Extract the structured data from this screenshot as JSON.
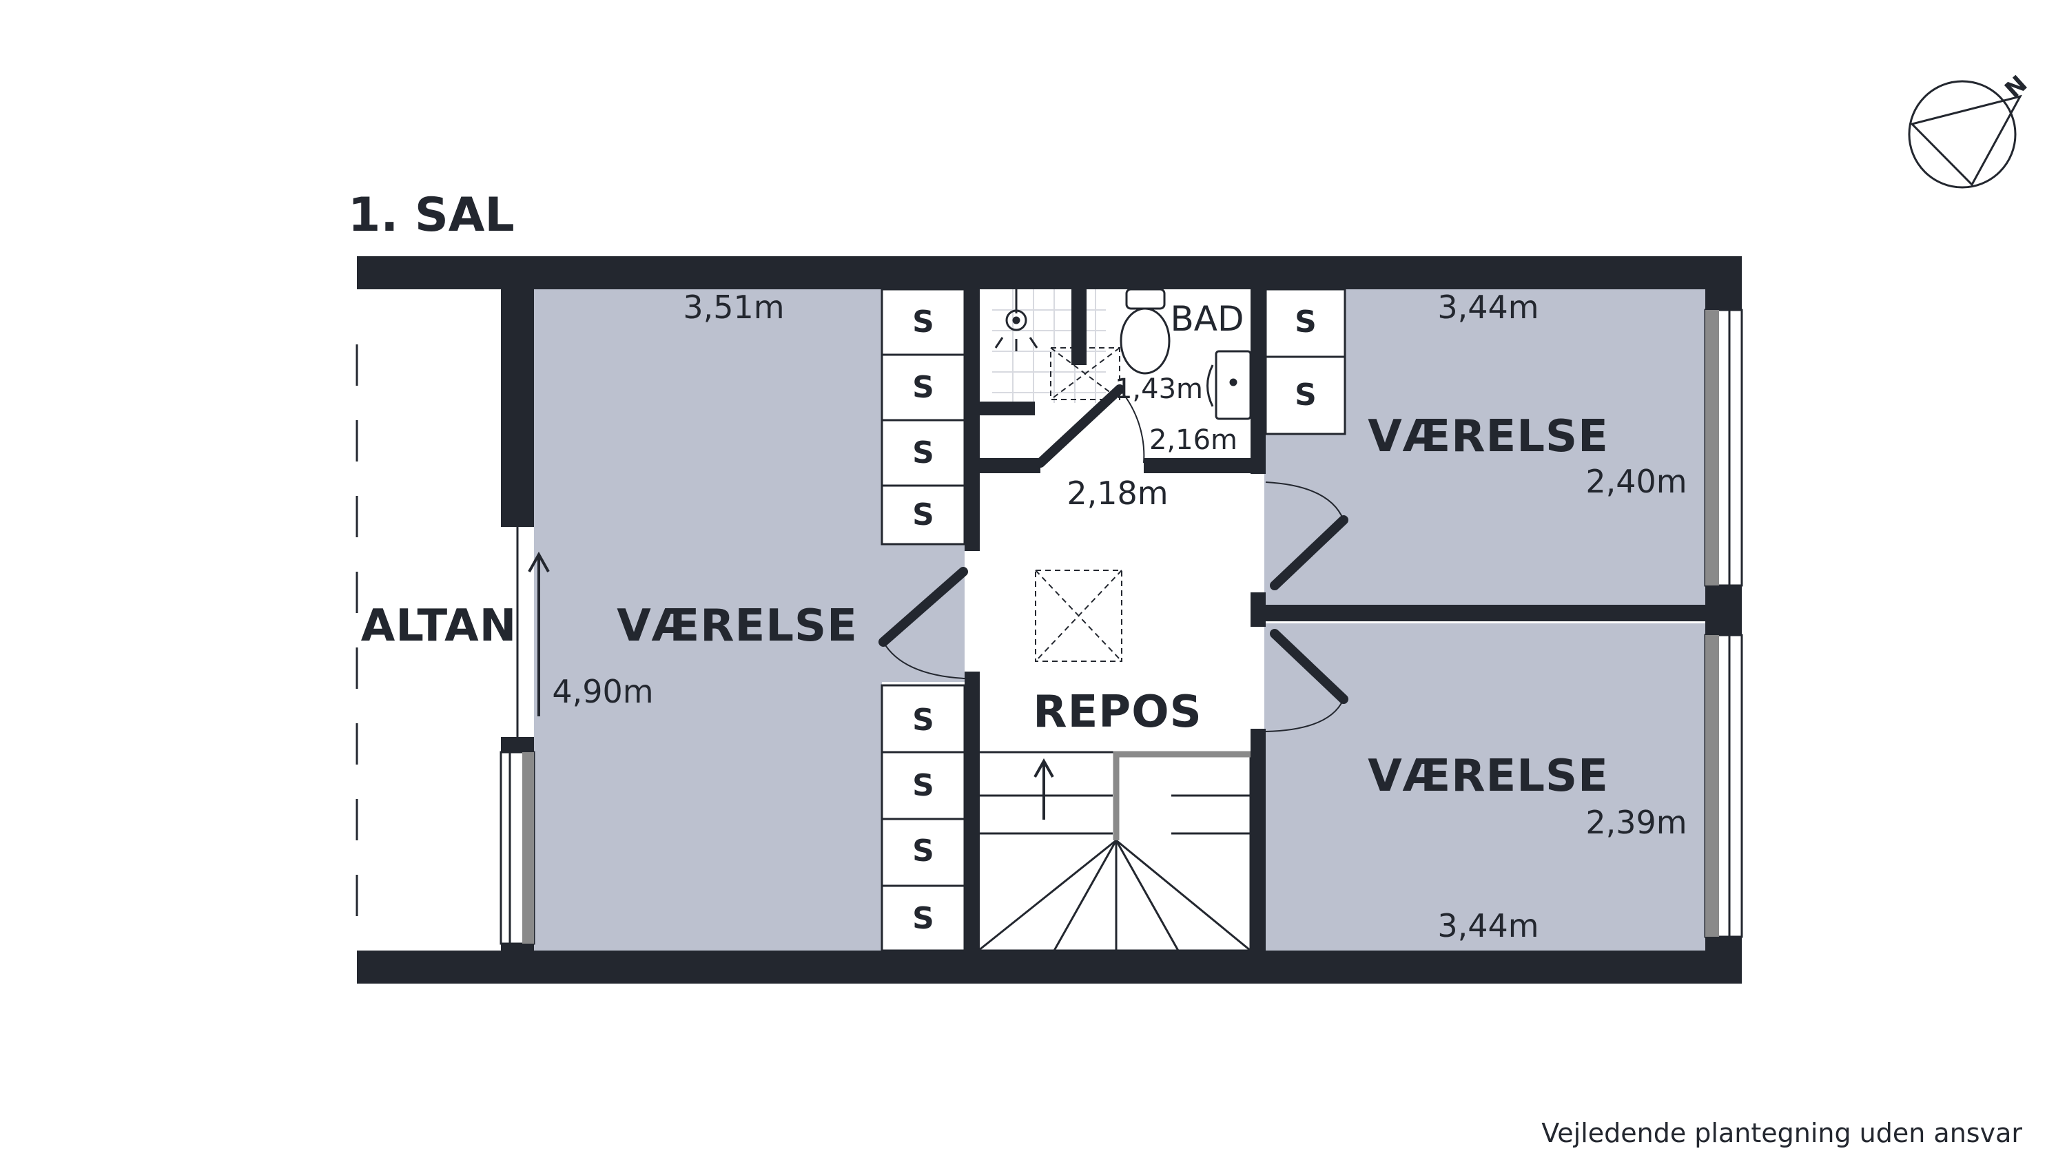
{
  "floor_title": "1. SAL",
  "compass_label": "N",
  "disclaimer": "Vejledende plantegning uden ansvar",
  "rooms": {
    "altan": "ALTAN",
    "vaerelse_left": "VÆRELSE",
    "vaerelse_top_right": "VÆRELSE",
    "vaerelse_bottom_right": "VÆRELSE",
    "repos": "REPOS",
    "bad": "BAD"
  },
  "dimensions": {
    "left_width": "3,51m",
    "left_depth": "4,90m",
    "top_right_width": "3,44m",
    "top_right_depth": "2,40m",
    "bottom_right_width": "3,44m",
    "bottom_right_depth": "2,39m",
    "bad_a": "1,43m",
    "bad_b": "2,16m",
    "repos_width": "2,18m"
  },
  "cabinets": {
    "left_upper": [
      "S",
      "S",
      "S",
      "S"
    ],
    "left_lower": [
      "S",
      "S",
      "S",
      "S"
    ],
    "right": [
      "S",
      "S"
    ]
  },
  "colors": {
    "wall": "#23272f",
    "room_fill": "#bcc1cf",
    "window": "#8a8a8a"
  }
}
